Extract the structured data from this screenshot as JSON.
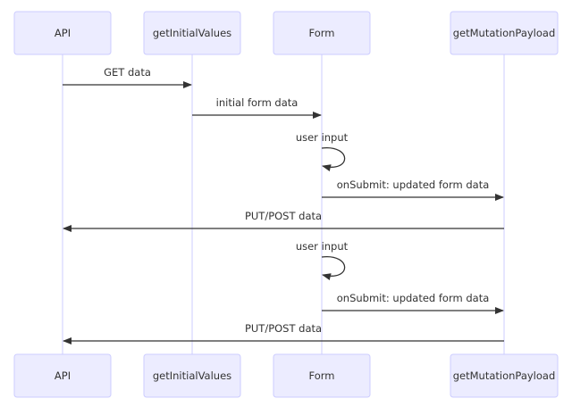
{
  "diagram": {
    "type": "sequence",
    "participants": [
      {
        "id": "api",
        "label": "API"
      },
      {
        "id": "giv",
        "label": "getInitialValues"
      },
      {
        "id": "form",
        "label": "Form"
      },
      {
        "id": "gmp",
        "label": "getMutationPayload"
      }
    ],
    "messages": [
      {
        "from": "api",
        "to": "giv",
        "label": "GET data"
      },
      {
        "from": "giv",
        "to": "form",
        "label": "initial form data"
      },
      {
        "from": "form",
        "to": "form",
        "label": "user input"
      },
      {
        "from": "form",
        "to": "gmp",
        "label": "onSubmit: updated form data"
      },
      {
        "from": "gmp",
        "to": "api",
        "label": "PUT/POST data"
      },
      {
        "from": "form",
        "to": "form",
        "label": "user input"
      },
      {
        "from": "form",
        "to": "gmp",
        "label": "onSubmit: updated form data"
      },
      {
        "from": "gmp",
        "to": "api",
        "label": "PUT/POST data"
      }
    ],
    "colors": {
      "actor_fill": "#ECECFF",
      "actor_border": "#CCCCFF",
      "lifeline": "#CCCCFF",
      "arrow": "#333333",
      "text": "#333333"
    }
  }
}
